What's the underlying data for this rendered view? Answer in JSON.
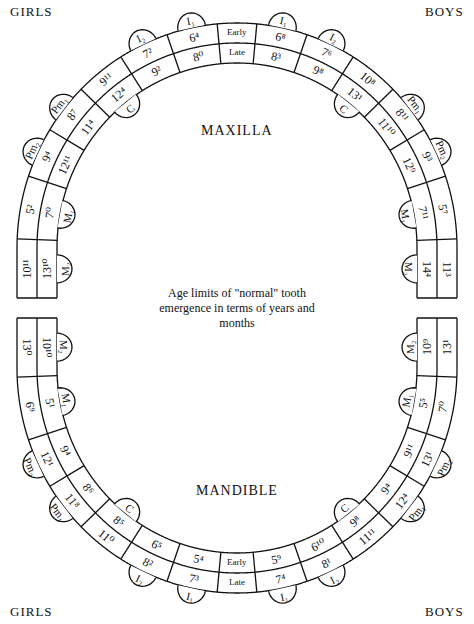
{
  "diagram": {
    "nodes": [
      {
        "text": [
          "I₁",
          "6⁴",
          "8⁰"
        ]
      },
      {
        "text": [
          "I₂",
          "7²",
          "9²"
        ]
      },
      {
        "text": [
          "C",
          "9¹¹",
          "12⁴"
        ]
      },
      {
        "text": [
          "Pm₁",
          "8⁷",
          "11⁴"
        ]
      },
      {
        "text": [
          "Pm₂",
          "9⁴",
          "12¹¹"
        ]
      },
      {
        "text": [
          "M₁",
          "5²",
          "7⁰"
        ]
      },
      {
        "text": [
          "M₂",
          "10¹¹",
          "13¹⁰"
        ]
      },
      {
        "text": [
          "I₁",
          "6⁸",
          "8³"
        ]
      },
      {
        "text": [
          "I₂",
          "7⁶",
          "9⁸"
        ]
      },
      {
        "text": [
          "C",
          "10⁸",
          "13¹"
        ]
      },
      {
        "text": [
          "Pm₁",
          "8¹¹",
          "11¹⁰"
        ]
      },
      {
        "text": [
          "Pm₂",
          "9³",
          "12⁹"
        ]
      },
      {
        "text": [
          "M₁",
          "5⁷",
          "7¹¹"
        ]
      },
      {
        "text": [
          "M₂",
          "11³",
          "14⁴"
        ]
      },
      {
        "text": [
          "I₁",
          "5⁴",
          "7³"
        ]
      },
      {
        "text": [
          "I₂",
          "6⁵",
          "8²"
        ]
      },
      {
        "text": [
          "C",
          "8⁵",
          "11⁰"
        ]
      },
      {
        "text": [
          "Pm₁",
          "8⁶",
          "11⁸"
        ]
      },
      {
        "text": [
          "Pm₂",
          "9⁴",
          "12¹"
        ]
      },
      {
        "text": [
          "M₁",
          "5¹",
          "6⁹"
        ]
      },
      {
        "text": [
          "M₂",
          "10¹⁰",
          "13⁰"
        ]
      },
      {
        "text": [
          "I₁",
          "5⁹",
          "7⁴"
        ]
      },
      {
        "text": [
          "I₂",
          "6¹⁰",
          "8¹"
        ]
      },
      {
        "text": [
          "C",
          "9⁸",
          "11¹¹"
        ]
      },
      {
        "text": [
          "Pm₁",
          "9⁴",
          "12⁴"
        ]
      },
      {
        "text": [
          "Pm₂",
          "9¹¹",
          "13¹"
        ]
      },
      {
        "text": [
          "M₁",
          "5⁵",
          "7⁰"
        ]
      },
      {
        "text": [
          "M₂",
          "10⁹",
          "13¹"
        ]
      }
    ],
    "labels": [
      "GIRLS",
      "BOYS",
      "MAXILLA",
      "Early",
      "Late",
      "Age limits of \"normal\" tooth emergence in terms of years and months",
      "MANDIBLE",
      "Early",
      "Late",
      "GIRLS",
      "BOYS"
    ]
  }
}
